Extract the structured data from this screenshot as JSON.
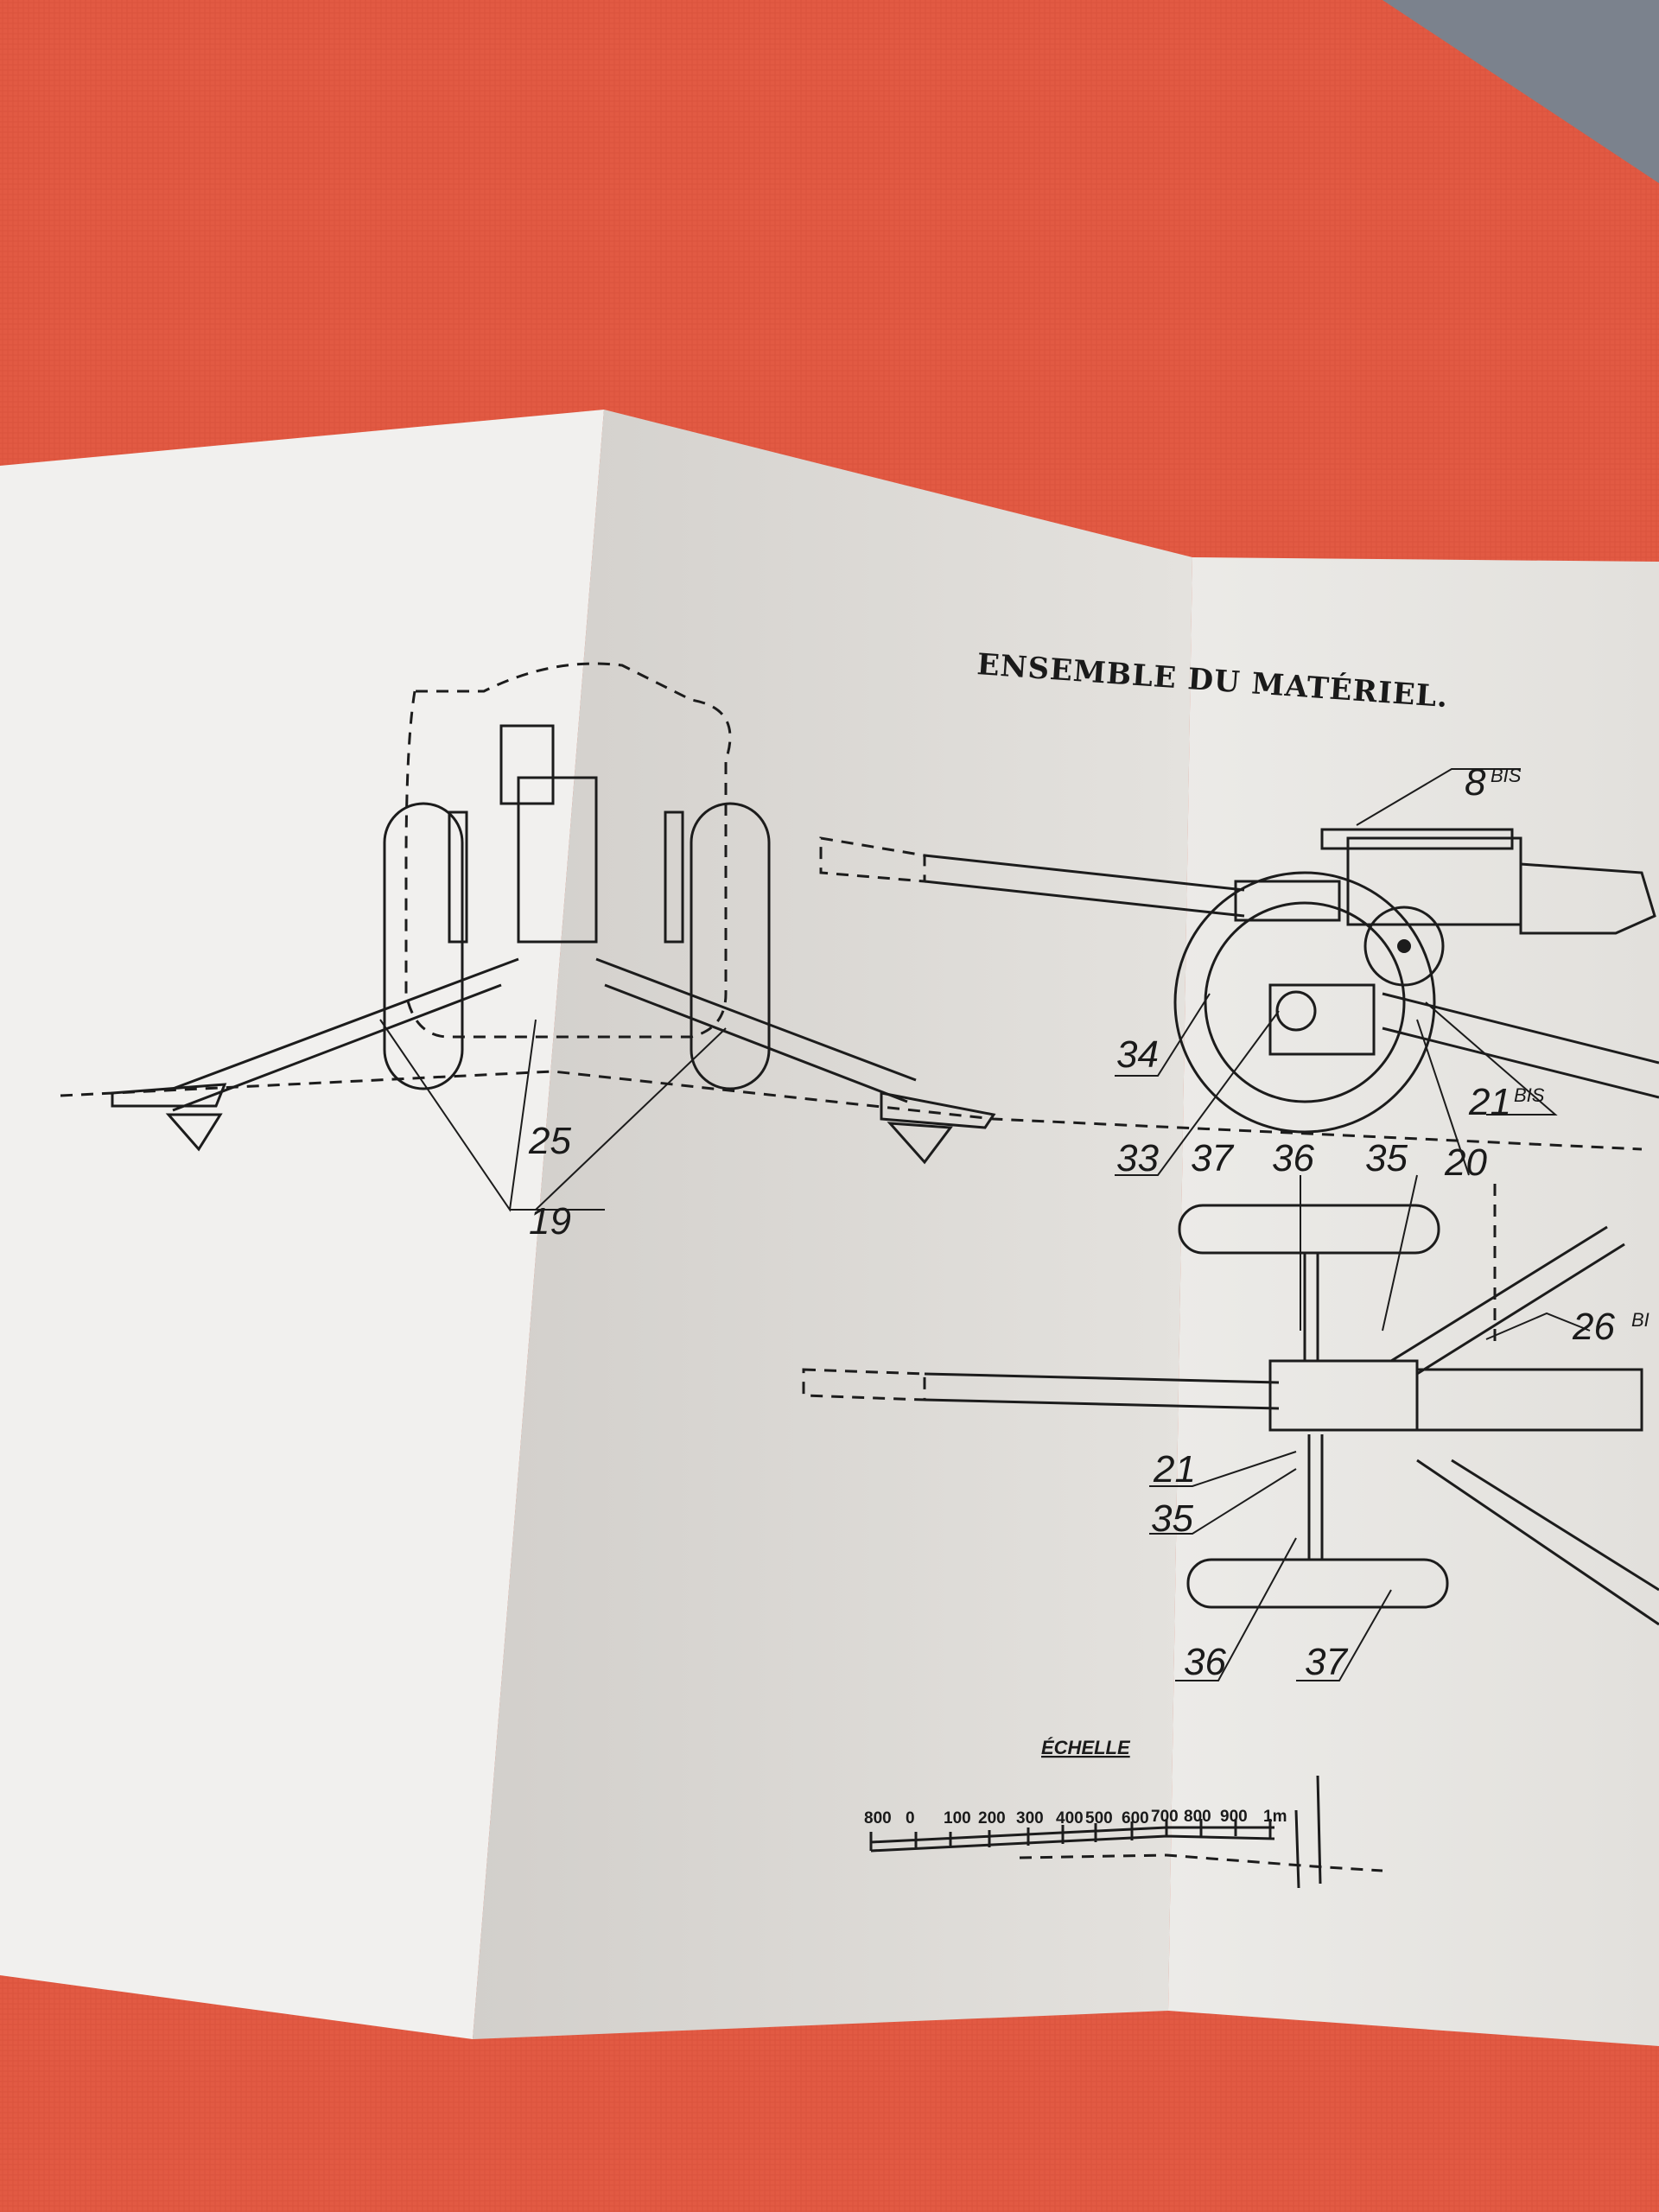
{
  "title": "ENSEMBLE DU MATÉRIEL.",
  "labels": {
    "l8bis": "8",
    "l8bis_sup": "BIS",
    "l34": "34",
    "l33": "33",
    "l37a": "37",
    "l36a": "36",
    "l35a": "35",
    "l20": "20",
    "l21bis": "21",
    "l21bis_sup": "BIS",
    "l25": "25",
    "l19": "19",
    "l26bis": "26",
    "l26bis_sup": "BI",
    "l21": "21",
    "l35b": "35",
    "l36b": "36",
    "l37b": "37"
  },
  "scale": {
    "title": "ÉCHELLE",
    "ticks": [
      "800",
      "0",
      "100",
      "200",
      "300",
      "400",
      "500",
      "600",
      "700",
      "800",
      "900",
      "1m"
    ]
  },
  "colors": {
    "fabric": "#e25a43",
    "paper": "#eeece8",
    "paper_shade": "#d9d6d2"
  }
}
